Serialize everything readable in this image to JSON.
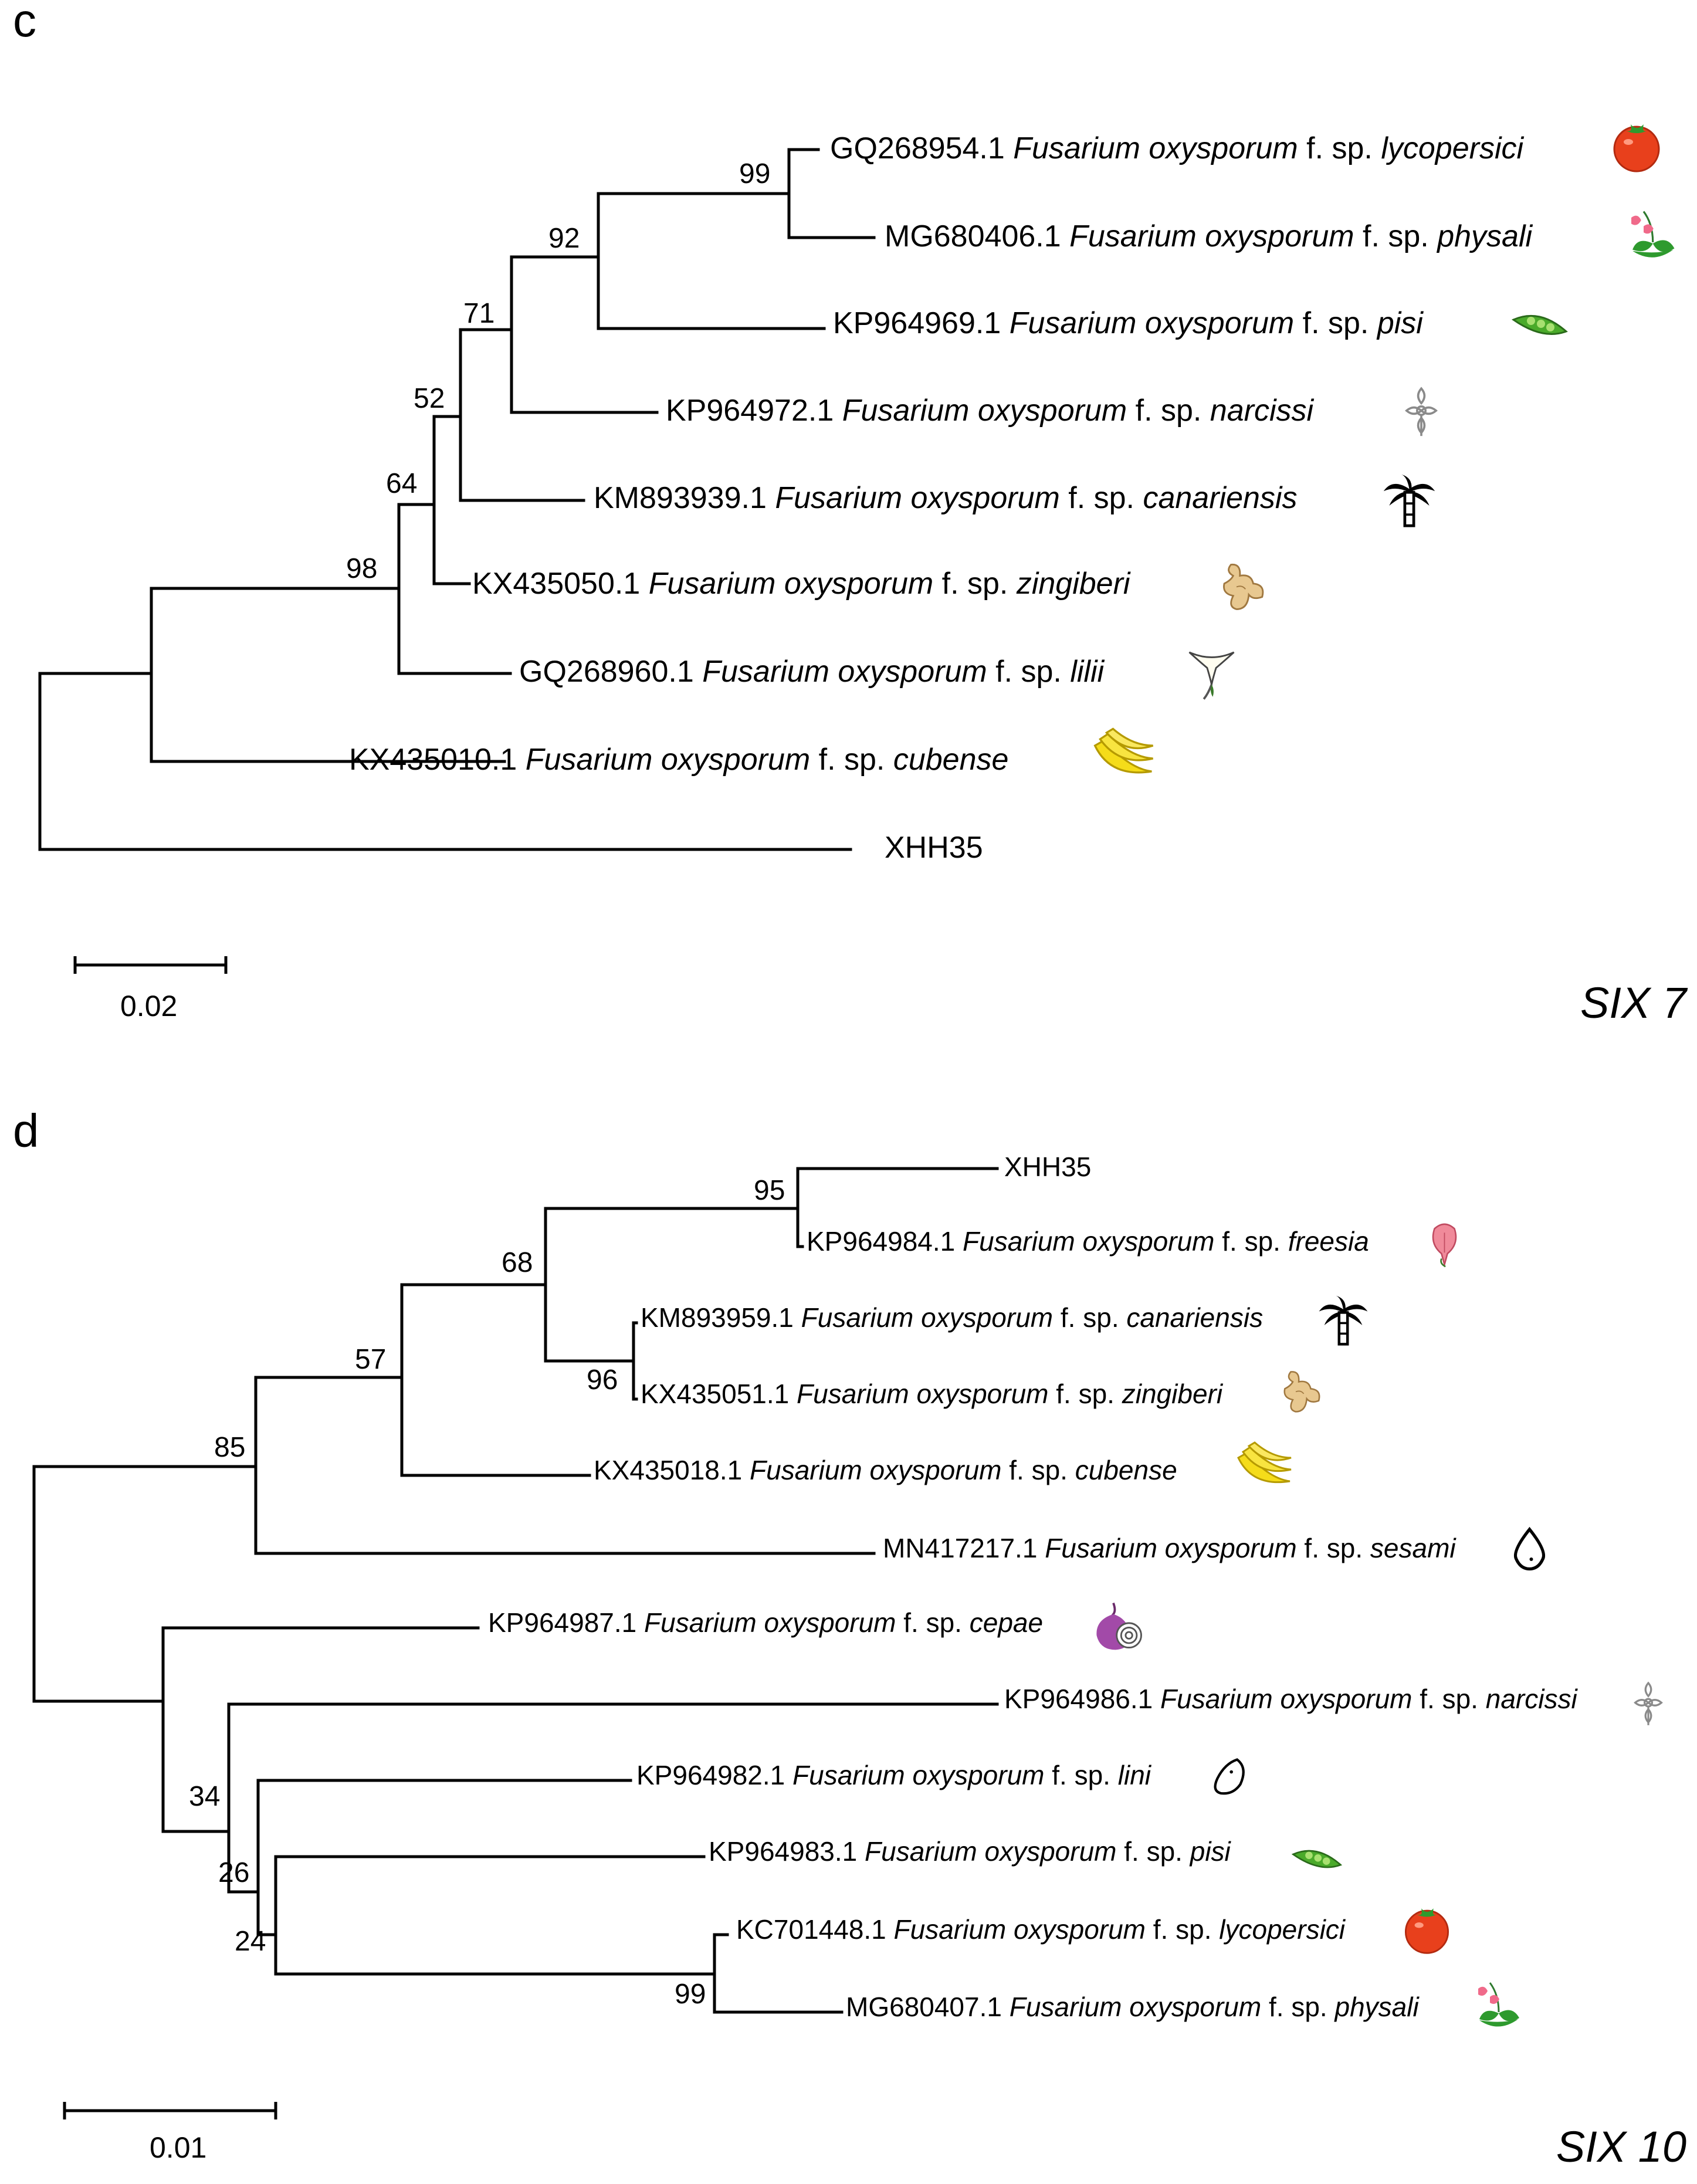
{
  "panels": [
    {
      "id": "c",
      "letter": "c",
      "gene": "SIX 7",
      "scale": "0.02",
      "bootstraps": [
        "99",
        "92",
        "71",
        "52",
        "64",
        "98"
      ],
      "leaves": [
        {
          "acc": "GQ268954.1",
          "genus": "Fusarium oxysporum",
          "fsp": "f. sp.",
          "host": "lycopersici",
          "icon": "tomato-icon"
        },
        {
          "acc": "MG680406.1",
          "genus": "Fusarium oxysporum",
          "fsp": "f. sp.",
          "host": "physali",
          "icon": "physalis-icon"
        },
        {
          "acc": "KP964969.1",
          "genus": "Fusarium oxysporum",
          "fsp": "f. sp.",
          "host": "pisi",
          "icon": "pea-pod-icon"
        },
        {
          "acc": "KP964972.1",
          "genus": "Fusarium oxysporum",
          "fsp": "f. sp.",
          "host": "narcissi",
          "icon": "narcissus-icon"
        },
        {
          "acc": "KM893939.1",
          "genus": "Fusarium oxysporum",
          "fsp": "f. sp.",
          "host": "canariensis",
          "icon": "palm-tree-icon"
        },
        {
          "acc": "KX435050.1",
          "genus": "Fusarium oxysporum",
          "fsp": "f. sp.",
          "host": "zingiberi",
          "icon": "ginger-icon"
        },
        {
          "acc": "GQ268960.1",
          "genus": "Fusarium oxysporum",
          "fsp": "f. sp.",
          "host": "lilii",
          "icon": "lily-icon"
        },
        {
          "acc": "KX435010.1",
          "genus": "Fusarium oxysporum",
          "fsp": "f. sp.",
          "host": "cubense",
          "icon": "banana-icon"
        },
        {
          "acc": "XHH35",
          "genus": "",
          "fsp": "",
          "host": "",
          "icon": ""
        }
      ]
    },
    {
      "id": "d",
      "letter": "d",
      "gene": "SIX 10",
      "scale": "0.01",
      "bootstraps": [
        "95",
        "68",
        "96",
        "57",
        "85",
        "34",
        "26",
        "24",
        "99"
      ],
      "leaves": [
        {
          "acc": "XHH35",
          "genus": "",
          "fsp": "",
          "host": "",
          "icon": ""
        },
        {
          "acc": "KP964984.1",
          "genus": "Fusarium oxysporum",
          "fsp": "f. sp.",
          "host": "freesia",
          "icon": "freesia-icon"
        },
        {
          "acc": "KM893959.1",
          "genus": "Fusarium oxysporum",
          "fsp": "f. sp.",
          "host": "canariensis",
          "icon": "palm-tree-icon"
        },
        {
          "acc": "KX435051.1",
          "genus": "Fusarium oxysporum",
          "fsp": "f. sp.",
          "host": "zingiberi",
          "icon": "ginger-icon"
        },
        {
          "acc": "KX435018.1",
          "genus": "Fusarium oxysporum",
          "fsp": "f. sp.",
          "host": "cubense",
          "icon": "banana-icon"
        },
        {
          "acc": "MN417217.1",
          "genus": "Fusarium oxysporum",
          "fsp": "f. sp.",
          "host": "sesami",
          "icon": "sesame-seed-icon"
        },
        {
          "acc": "KP964987.1",
          "genus": "Fusarium oxysporum",
          "fsp": "f. sp.",
          "host": "cepae",
          "icon": "onion-icon"
        },
        {
          "acc": "KP964986.1",
          "genus": "Fusarium oxysporum",
          "fsp": "f. sp.",
          "host": "narcissi",
          "icon": "narcissus-icon"
        },
        {
          "acc": "KP964982.1",
          "genus": "Fusarium oxysporum",
          "fsp": "f. sp.",
          "host": "lini",
          "icon": "flax-seed-icon"
        },
        {
          "acc": "KP964983.1",
          "genus": "Fusarium oxysporum",
          "fsp": "f. sp.",
          "host": "pisi",
          "icon": "pea-pod-icon"
        },
        {
          "acc": "KC701448.1",
          "genus": "Fusarium oxysporum",
          "fsp": "f. sp.",
          "host": "lycopersici",
          "icon": "tomato-icon"
        },
        {
          "acc": "MG680407.1",
          "genus": "Fusarium oxysporum",
          "fsp": "f. sp.",
          "host": "physali",
          "icon": "physalis-icon"
        }
      ]
    }
  ],
  "colors": {
    "tomato": "#e8401c",
    "leaf": "#2e9a2e",
    "banana": "#f5dc1a",
    "ginger": "#e8c890",
    "onion": "#a24aa8",
    "freesia": "#f08a9a",
    "grey": "#8a8a8a"
  }
}
